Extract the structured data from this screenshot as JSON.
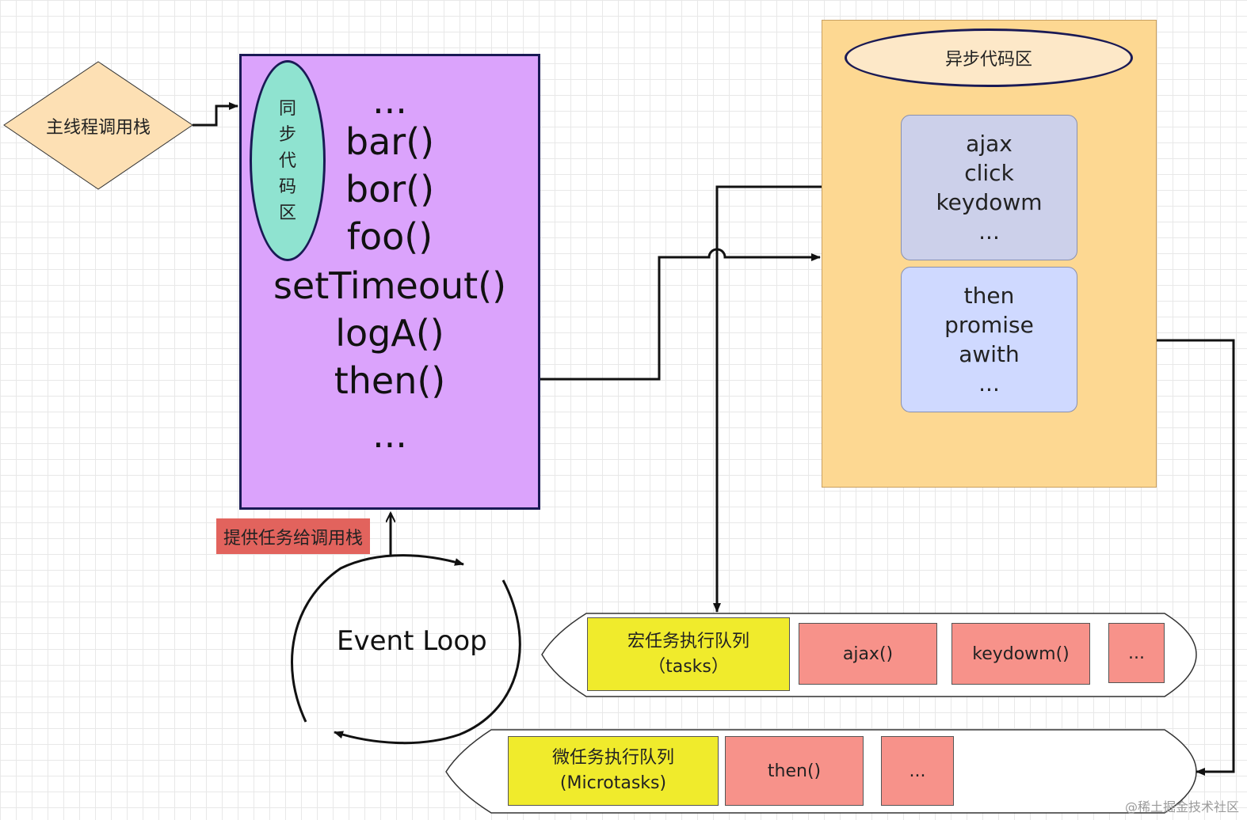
{
  "main_thread_label": "主线程调用栈",
  "sync_zone": {
    "chars": [
      "同",
      "步",
      "代",
      "码",
      "区"
    ]
  },
  "call_stack": {
    "lines": [
      "...",
      "bar()",
      "bor()",
      "foo()",
      "setTimeout()",
      "logA()",
      "then()",
      "..."
    ]
  },
  "provide_label": "提供任务给调用栈",
  "event_loop_label": "Event Loop",
  "async_zone": {
    "title": "异步代码区",
    "macro_sources": [
      "ajax",
      "click",
      "keydowm",
      "..."
    ],
    "micro_sources": [
      "then",
      "promise",
      "awith",
      "..."
    ]
  },
  "macro_queue": {
    "label_line1": "宏任务执行队列",
    "label_line2": "（tasks）",
    "items": [
      "ajax()",
      "keydowm()",
      "..."
    ]
  },
  "micro_queue": {
    "label_line1": "微任务执行队列",
    "label_line2": "(Microtasks)",
    "items": [
      "then()",
      "..."
    ]
  },
  "watermark": "@稀土掘金技术社区"
}
